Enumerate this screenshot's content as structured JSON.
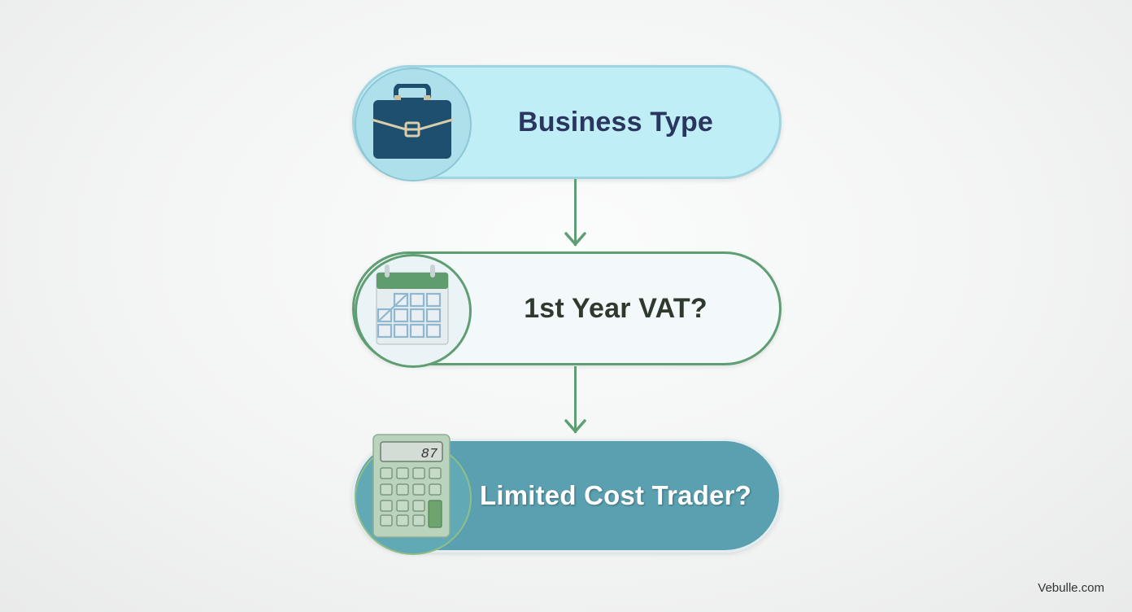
{
  "flowchart": {
    "steps": [
      {
        "label": "Business Type",
        "icon": "briefcase-icon"
      },
      {
        "label": "1st Year VAT?",
        "icon": "calendar-icon"
      },
      {
        "label": "Limited Cost Trader?",
        "icon": "calculator-icon",
        "calculator_display": "87"
      }
    ],
    "connectors": [
      "down-arrow",
      "down-arrow"
    ],
    "colors": {
      "step1_fill": "#bfeef7",
      "step1_text": "#2a3560",
      "step2_fill": "#f3f8fa",
      "step2_border": "#5f9e73",
      "step2_text": "#2f3a2e",
      "step3_fill": "#5aa0b0",
      "step3_text": "#ffffff",
      "arrow": "#5f9e73"
    }
  },
  "watermark": "Vebulle.com"
}
